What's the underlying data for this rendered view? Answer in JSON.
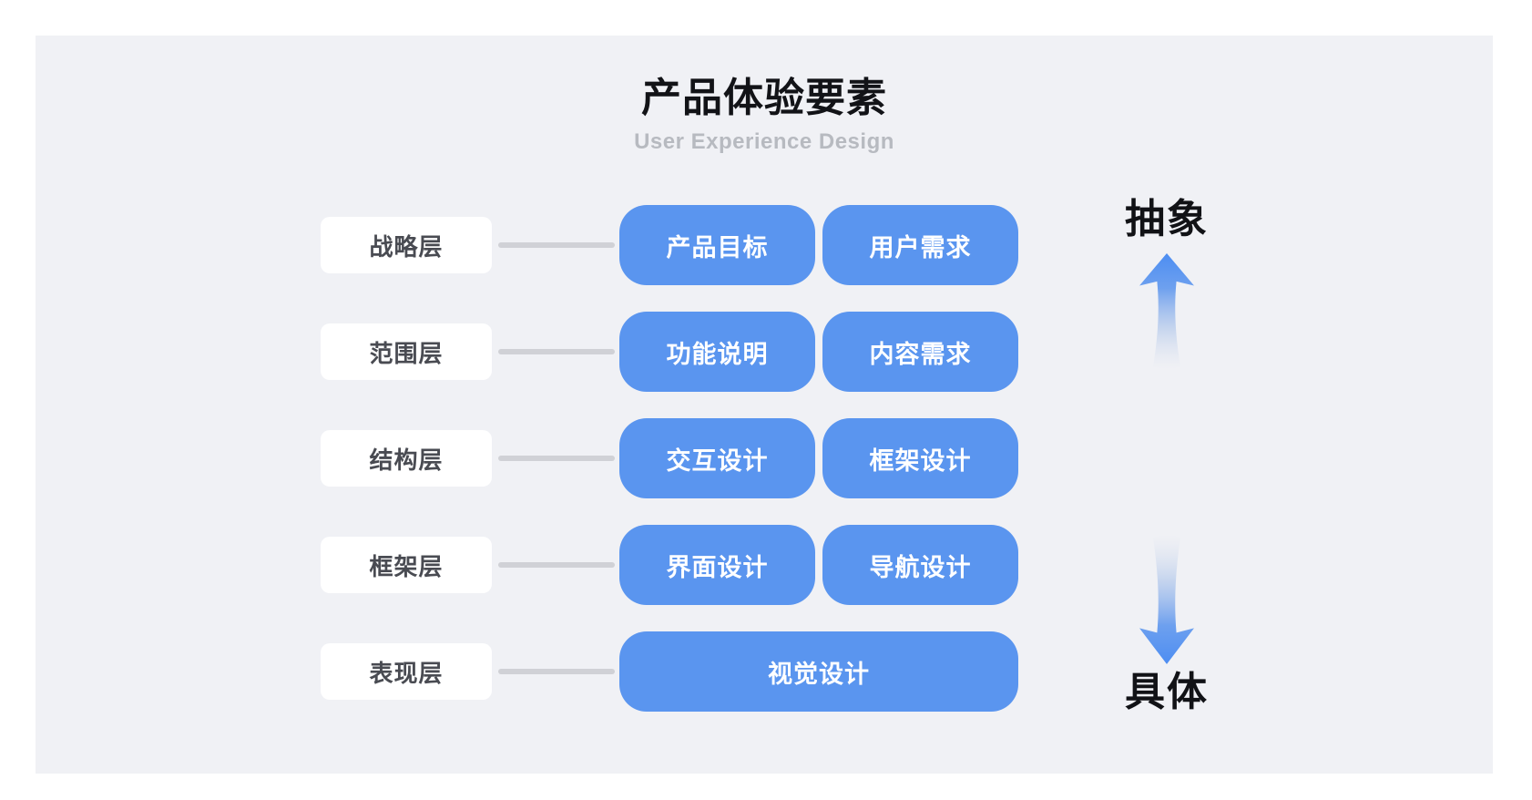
{
  "header": {
    "title": "产品体验要素",
    "subtitle": "User Experience Design"
  },
  "rows": [
    {
      "label": "战略层",
      "boxes": [
        "产品目标",
        "用户需求"
      ]
    },
    {
      "label": "范围层",
      "boxes": [
        "功能说明",
        "内容需求"
      ]
    },
    {
      "label": "结构层",
      "boxes": [
        "交互设计",
        "框架设计"
      ]
    },
    {
      "label": "框架层",
      "boxes": [
        "界面设计",
        "导航设计"
      ]
    },
    {
      "label": "表现层",
      "boxes": [
        "视觉设计"
      ]
    }
  ],
  "axis": {
    "top_label": "抽象",
    "bottom_label": "具体",
    "up_icon": "arrow-up-icon",
    "down_icon": "arrow-down-icon"
  },
  "colors": {
    "panel_bg": "#f0f1f5",
    "label_card_bg": "#ffffff",
    "label_text": "#494b52",
    "box_blue": "#5a95ef",
    "box_text": "#ffffff",
    "connector_gray": "#d0d1d6",
    "title_color": "#121317",
    "subtitle_color": "#b7bac0",
    "arrow_blue": "#4c8df2"
  }
}
